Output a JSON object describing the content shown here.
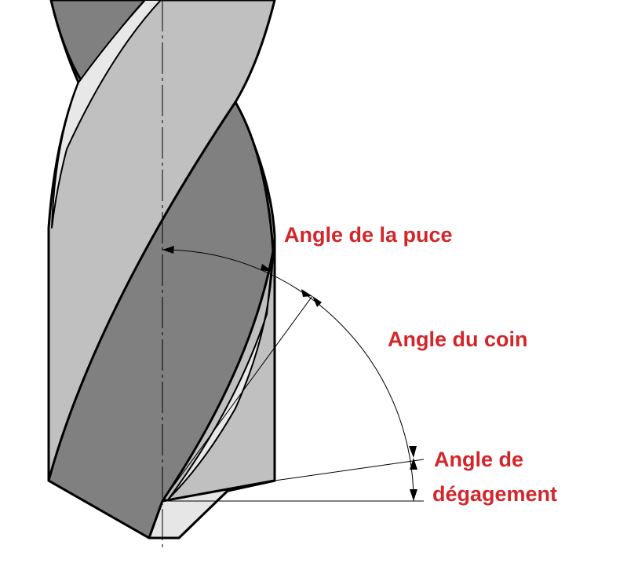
{
  "labels": {
    "chip_angle": "Angle de la puce",
    "wedge_angle": "Angle du coin",
    "clearance_angle_line1": "Angle de",
    "clearance_angle_line2": "dégagement"
  },
  "colors": {
    "label": "#d3262a",
    "body": "#c0c0c0",
    "flute": "#808080",
    "tip": "#e6e6e6"
  }
}
